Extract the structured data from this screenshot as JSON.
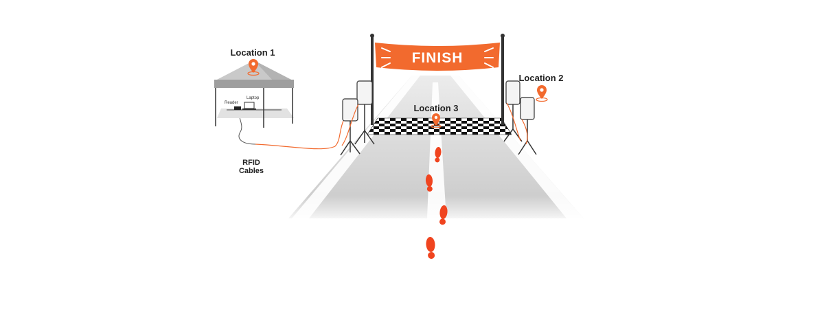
{
  "banner": {
    "text": "FINISH"
  },
  "locations": {
    "location_1": "Location 1",
    "location_2": "Location 2",
    "location_3": "Location 3"
  },
  "tent": {
    "reader_label": "Reader",
    "laptop_label": "Laptop"
  },
  "cables": {
    "line1": "RFID",
    "line2": "Cables"
  },
  "colors": {
    "accent": "#f26a2e",
    "footprint": "#f0441f",
    "road": "#d9d9d9",
    "tent_roof": "#c9c9c9",
    "dark": "#222222"
  },
  "icons": [
    "location-pin-icon",
    "footprint-icon",
    "rfid-antenna-icon",
    "laptop-icon",
    "reader-icon"
  ]
}
